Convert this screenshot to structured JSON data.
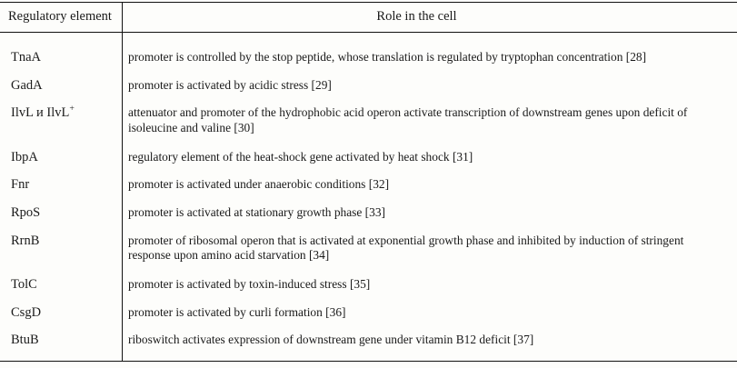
{
  "table": {
    "columns": [
      {
        "key": "element",
        "label": "Regulatory element",
        "align": "center"
      },
      {
        "key": "role",
        "label": "Role in the cell",
        "align": "center"
      }
    ],
    "rows": [
      {
        "element": "TnaA",
        "element_sup": "",
        "role": "promoter is controlled by the stop peptide, whose translation is regulated by tryptophan concentration [28]"
      },
      {
        "element": "GadA",
        "element_sup": "",
        "role": "promoter is activated by acidic stress [29]"
      },
      {
        "element": "IlvL и IlvL",
        "element_sup": "+",
        "role": "attenuator and promoter of the hydrophobic acid operon activate transcription of downstream genes upon deficit of isoleucine and valine [30]"
      },
      {
        "element": "IbpA",
        "element_sup": "",
        "role": "regulatory element of the heat-shock gene activated by heat shock [31]"
      },
      {
        "element": "Fnr",
        "element_sup": "",
        "role": "promoter is activated under anaerobic conditions [32]"
      },
      {
        "element": "RpoS",
        "element_sup": "",
        "role": "promoter is activated at stationary growth phase [33]"
      },
      {
        "element": "RrnB",
        "element_sup": "",
        "role": "promoter of ribosomal operon that is activated at exponential growth phase and inhibited by induction of stringent response upon amino acid starvation [34]"
      },
      {
        "element": "TolC",
        "element_sup": "",
        "role": "promoter is activated by toxin-induced stress [35]"
      },
      {
        "element": "CsgD",
        "element_sup": "",
        "role": "promoter is activated by curli formation [36]"
      },
      {
        "element": "BtuB",
        "element_sup": "",
        "role": "riboswitch activates expression of downstream gene under vitamin B12 deficit [37]"
      }
    ]
  },
  "style": {
    "background": "#fdfdfb",
    "rule_color": "#111111",
    "text_color": "#1a1a1a"
  }
}
